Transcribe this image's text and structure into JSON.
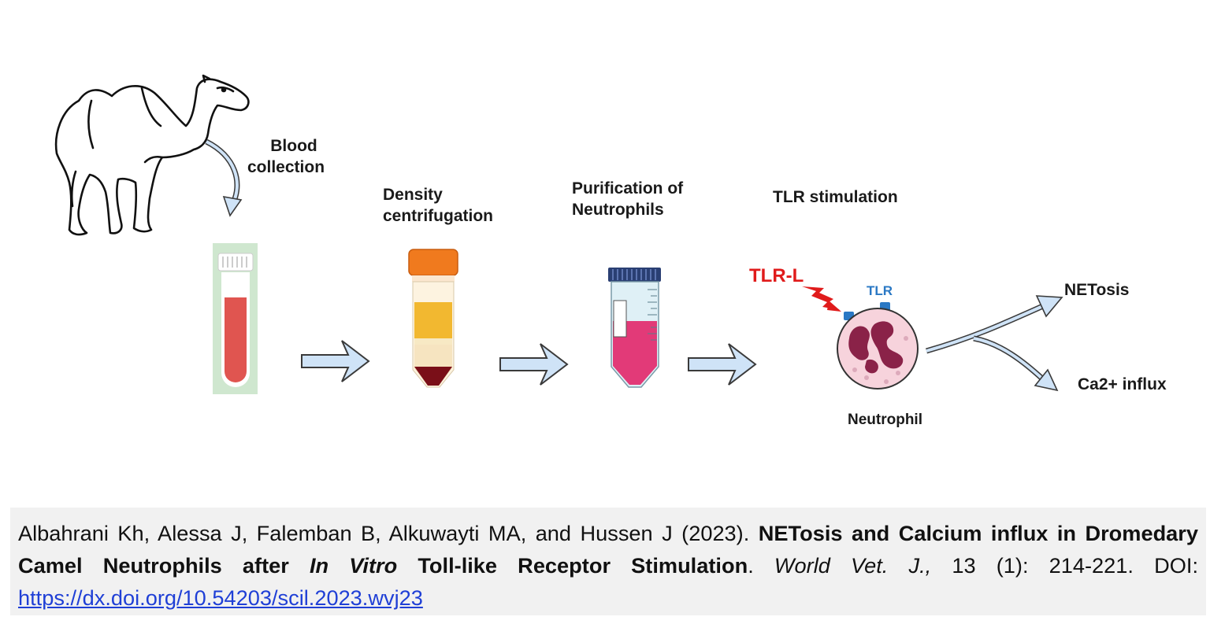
{
  "steps": {
    "blood_collection": [
      "Blood",
      "collection"
    ],
    "density": [
      "Density",
      "centrifugation"
    ],
    "purification": [
      "Purification of",
      "Neutrophils"
    ],
    "tlr_stimulation": "TLR stimulation"
  },
  "labels": {
    "tlr_l": "TLR-L",
    "tlr": "TLR",
    "neutrophil": "Neutrophil",
    "netosis": "NETosis",
    "ca_influx": "Ca2+ influx"
  },
  "colors": {
    "arrow_fill": "#cfe3f7",
    "arrow_stroke": "#3a3a3a",
    "blood_red": "#e05550",
    "tube_bg": "#cfe7cf",
    "cap_orange": "#f07a1e",
    "plasma_yellow": "#f2b830",
    "pink": "#e23a78",
    "cell_pink": "#f7d3dc",
    "nucleus": "#8a2248",
    "tlr_blue": "#2a78c4",
    "tlr_red": "#e01b1b"
  },
  "citation": {
    "authors": "Albahrani Kh, Alessa J, Falemban B, Alkuwayti MA, and Hussen J (2023).",
    "title_part1": "NETosis and Calcium influx in Dromedary Camel Neutrophils after",
    "title_italic": "In Vitro",
    "title_part2": "Toll-like Receptor Stimulation",
    "journal": "World Vet. J.,",
    "volume_pages": "13 (1): 214-221.",
    "doi_label": "DOI:",
    "doi_url": "https://dx.doi.org/10.54203/scil.2023.wvj23"
  }
}
